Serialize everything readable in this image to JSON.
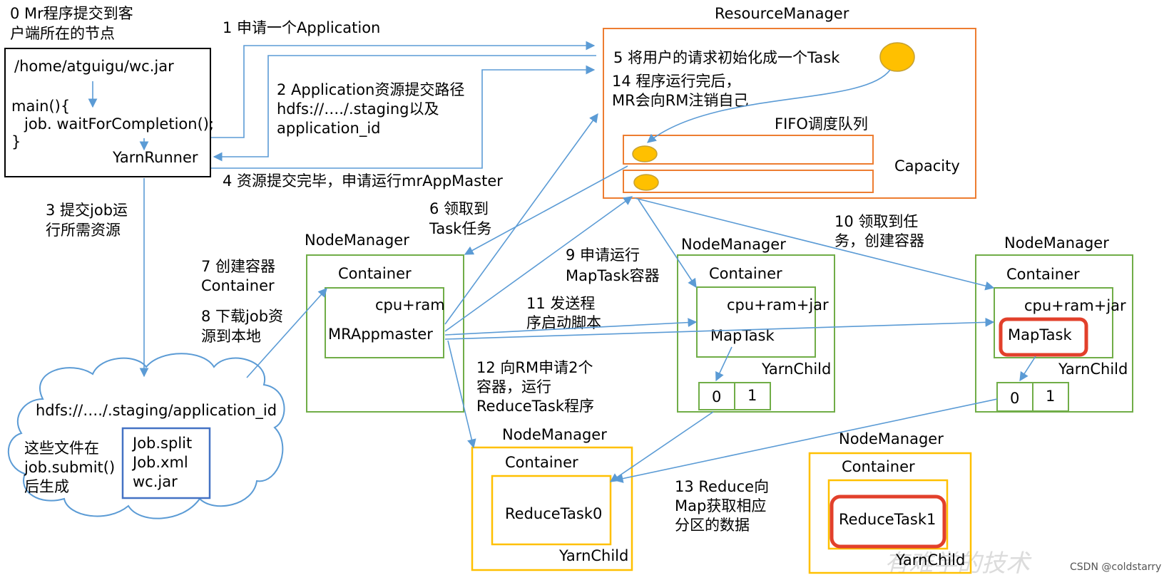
{
  "step0": [
    "0 Mr程序提交到客",
    "户端所在的节点"
  ],
  "client": {
    "jar": "/home/atguigu/wc.jar",
    "code": [
      "main(){",
      "job. waitForCompletion();",
      "}"
    ],
    "runner": "YarnRunner"
  },
  "step1": "1 申请一个Application",
  "step2": [
    "2 Application资源提交路径",
    "hdfs://…./.staging以及",
    "application_id"
  ],
  "step3": [
    "3 提交job运",
    "行所需资源"
  ],
  "step4": "4 资源提交完毕，申请运行mrAppMaster",
  "rm": {
    "title": "ResourceManager",
    "step5": "5 将用户的请求初始化成一个Task",
    "step14": [
      "14 程序运行完后，",
      "MR会向RM注销自己"
    ],
    "fifo": "FIFO调度队列",
    "capacity": "Capacity"
  },
  "step6": [
    "6 领取到",
    "Task任务"
  ],
  "step7": [
    "7 创建容器",
    "Container"
  ],
  "step8": [
    "8 下载job资",
    "源到本地"
  ],
  "step9": [
    "9 申请运行",
    "MapTask容器"
  ],
  "step10": [
    "10 领取到任",
    "务，创建容器"
  ],
  "step11": [
    "11 发送程",
    "序启动脚本"
  ],
  "step12": [
    "12 向RM申请2个",
    "容器，运行",
    "ReduceTask程序"
  ],
  "step13": [
    "13 Reduce向",
    "Map获取相应",
    "分区的数据"
  ],
  "nm1": {
    "title": "NodeManager",
    "container": "Container",
    "res": "cpu+ram",
    "task": "MRAppmaster"
  },
  "nm2": {
    "title": "NodeManager",
    "container": "Container",
    "res": "cpu+ram+jar",
    "task": "MapTask",
    "child": "YarnChild",
    "p0": "0",
    "p1": "1"
  },
  "nm3": {
    "title": "NodeManager",
    "container": "Container",
    "res": "cpu+ram+jar",
    "task": "MapTask",
    "child": "YarnChild",
    "p0": "0",
    "p1": "1"
  },
  "nm4": {
    "title": "NodeManager",
    "container": "Container",
    "task": "ReduceTask0",
    "child": "YarnChild"
  },
  "nm5": {
    "title": "NodeManager",
    "container": "Container",
    "task": "ReduceTask1",
    "child": "YarnChild"
  },
  "hdfs": {
    "path": "hdfs://…./.staging/application_id",
    "note": [
      "这些文件在",
      "job.submit()",
      "后生成"
    ],
    "files": [
      "Job.split",
      "Job.xml",
      "wc.jar"
    ]
  },
  "watermark": "有难学的技术",
  "credit": "CSDN @coldstarry",
  "colors": {
    "arrow": "#5b9bd5",
    "rm_border": "#ed7d31",
    "nm_border": "#70ad47",
    "reduce_border": "#ffc000",
    "highlight": "#e2402b",
    "task_oval": "#ffc000"
  }
}
